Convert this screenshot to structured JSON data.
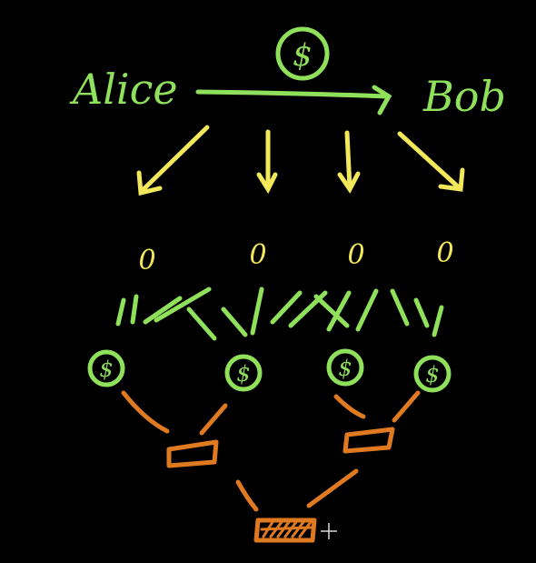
{
  "diagram": {
    "sender": "Alice",
    "receiver": "Bob",
    "coin_symbol": "$",
    "node_symbol": "0",
    "colors": {
      "background": "#000000",
      "green": "#8fe05a",
      "yellow": "#f2e85a",
      "orange": "#e07a20"
    }
  }
}
